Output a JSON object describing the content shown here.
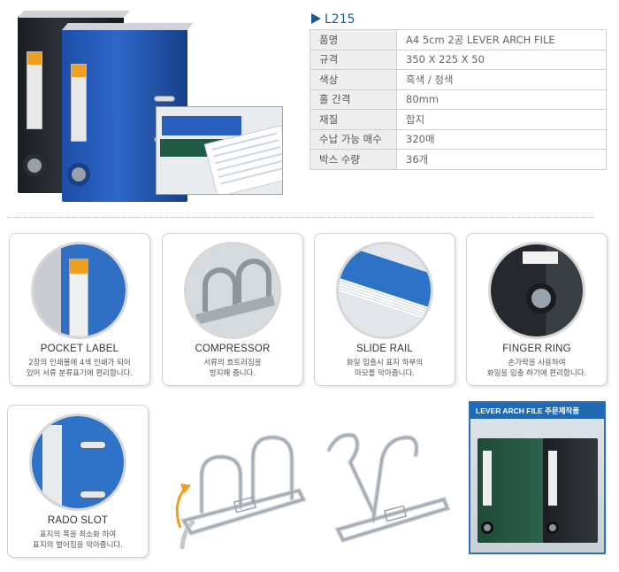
{
  "product": {
    "model": "L215",
    "specs": [
      {
        "label": "품명",
        "value": "A4 5cm 2공 LEVER ARCH FILE"
      },
      {
        "label": "규격",
        "value": "350 X 225 X 50"
      },
      {
        "label": "색상",
        "value": "흑색 / 청색"
      },
      {
        "label": "홀 간격",
        "value": "80mm"
      },
      {
        "label": "재질",
        "value": "합지"
      },
      {
        "label": "수납 가능 매수",
        "value": "320매"
      },
      {
        "label": "박스 수량",
        "value": "36개"
      }
    ]
  },
  "features": [
    {
      "title": "POCKET LABEL",
      "desc1": "2장의 인쇄물에 4색 인쇄가 되어",
      "desc2": "있어 서류 분류표기에 편리합니다."
    },
    {
      "title": "COMPRESSOR",
      "desc1": "서류의 흐트러짐을",
      "desc2": "방지해 줍니다."
    },
    {
      "title": "SLIDE RAIL",
      "desc1": "화일 입출시 표지 하부의",
      "desc2": "마모를 막아줍니다."
    },
    {
      "title": "FINGER RING",
      "desc1": "손가락을 사용하여",
      "desc2": "화일을 입출 하기에 편리합니다."
    },
    {
      "title": "RADO SLOT",
      "desc1": "표지의 폭을 최소화 하여",
      "desc2": "표지의 벌어짐을 막아줍니다."
    }
  ],
  "order_made": {
    "title": "LEVER ARCH FILE 주문제작품"
  },
  "colors": {
    "accent": "#1c5b8e",
    "binder_black": "#1a1d22",
    "binder_blue": "#2f66c9",
    "order_border": "#2b6fb7"
  },
  "icons": [
    "triangle-right-icon"
  ]
}
